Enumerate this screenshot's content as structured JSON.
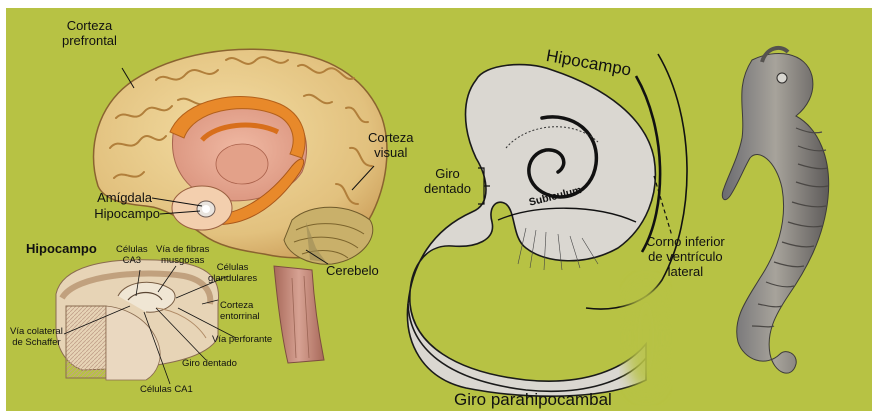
{
  "brain_labels": {
    "prefrontal_cortex": "Corteza\nprefrontal",
    "visual_cortex": "Corteza\nvisual",
    "amygdala": "Amígdala",
    "hippocampus": "Hipocampo",
    "cerebellum": "Cerebelo"
  },
  "inset": {
    "title": "Hipocampo",
    "ca3_cells": "Células\nCA3",
    "mossy_fibers": "Vía de fibras\nmusgosas",
    "granule_cells": "Células\nglandulares",
    "entorhinal_cortex": "Corteza\nentorrinal",
    "schaffer_collateral": "Vía colateral\nde Schaffer",
    "perforant_path": "Vía perforante",
    "dentate_gyrus": "Giro dentado",
    "ca1_cells": "Células CA1"
  },
  "section": {
    "hippocampus": "Hipocampo",
    "dentate_gyrus": "Giro\ndentado",
    "subiculum": "Subiculum",
    "inferior_horn": "Corno inferior\nde ventrículo\nlateral",
    "parahippocampal_gyrus": "Giro parahipocambal"
  },
  "colors": {
    "background": "#b7c244",
    "cortex": "#e7c98a",
    "gyri_lines": "#b8893e",
    "hippocampus_orange": "#e8892a",
    "stem": "#c98d7a",
    "section_fill": "#dbd8d2",
    "seahorse": "#8a8a8e"
  }
}
